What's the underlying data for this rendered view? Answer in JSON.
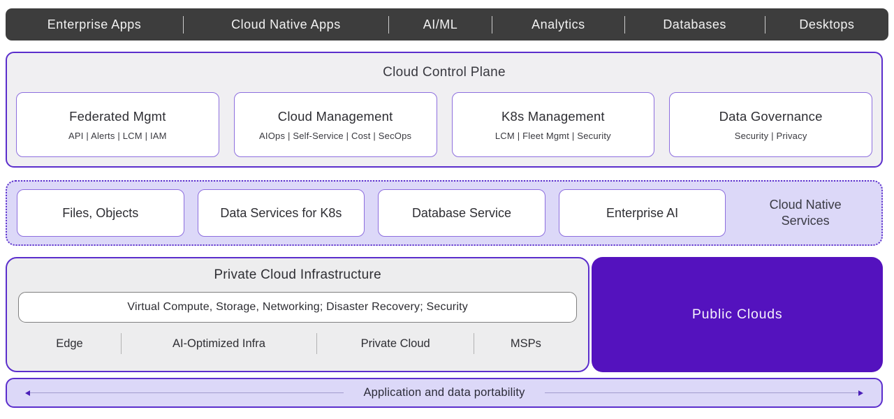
{
  "top_bar": {
    "items": [
      "Enterprise Apps",
      "Cloud Native Apps",
      "AI/ML",
      "Analytics",
      "Databases",
      "Desktops"
    ]
  },
  "control_plane": {
    "title": "Cloud Control Plane",
    "cards": [
      {
        "title": "Federated Mgmt",
        "subtitle": "API | Alerts | LCM | IAM"
      },
      {
        "title": "Cloud Management",
        "subtitle": "AIOps | Self-Service | Cost | SecOps"
      },
      {
        "title": "K8s Management",
        "subtitle": "LCM | Fleet Mgmt | Security"
      },
      {
        "title": "Data Governance",
        "subtitle": "Security | Privacy"
      }
    ]
  },
  "services_band": {
    "label": "Cloud Native Services",
    "boxes": [
      "Files, Objects",
      "Data Services for K8s",
      "Database Service",
      "Enterprise AI"
    ]
  },
  "infrastructure": {
    "title": "Private Cloud Infrastructure",
    "capabilities": "Virtual Compute, Storage, Networking; Disaster Recovery; Security",
    "items": [
      "Edge",
      "AI-Optimized Infra",
      "Private Cloud",
      "MSPs"
    ]
  },
  "public_clouds": {
    "title": "Public Clouds"
  },
  "portability_bar": {
    "label": "Application and data portability"
  },
  "colors": {
    "top_bar_background": "#3d3d3d",
    "accent_purple_border": "#5b2ecc",
    "card_border_purple": "#8d6ede",
    "deep_purple_fill": "#5412be",
    "lavender_fill": "#dcd8f8",
    "light_gray_fill": "#ededee"
  }
}
